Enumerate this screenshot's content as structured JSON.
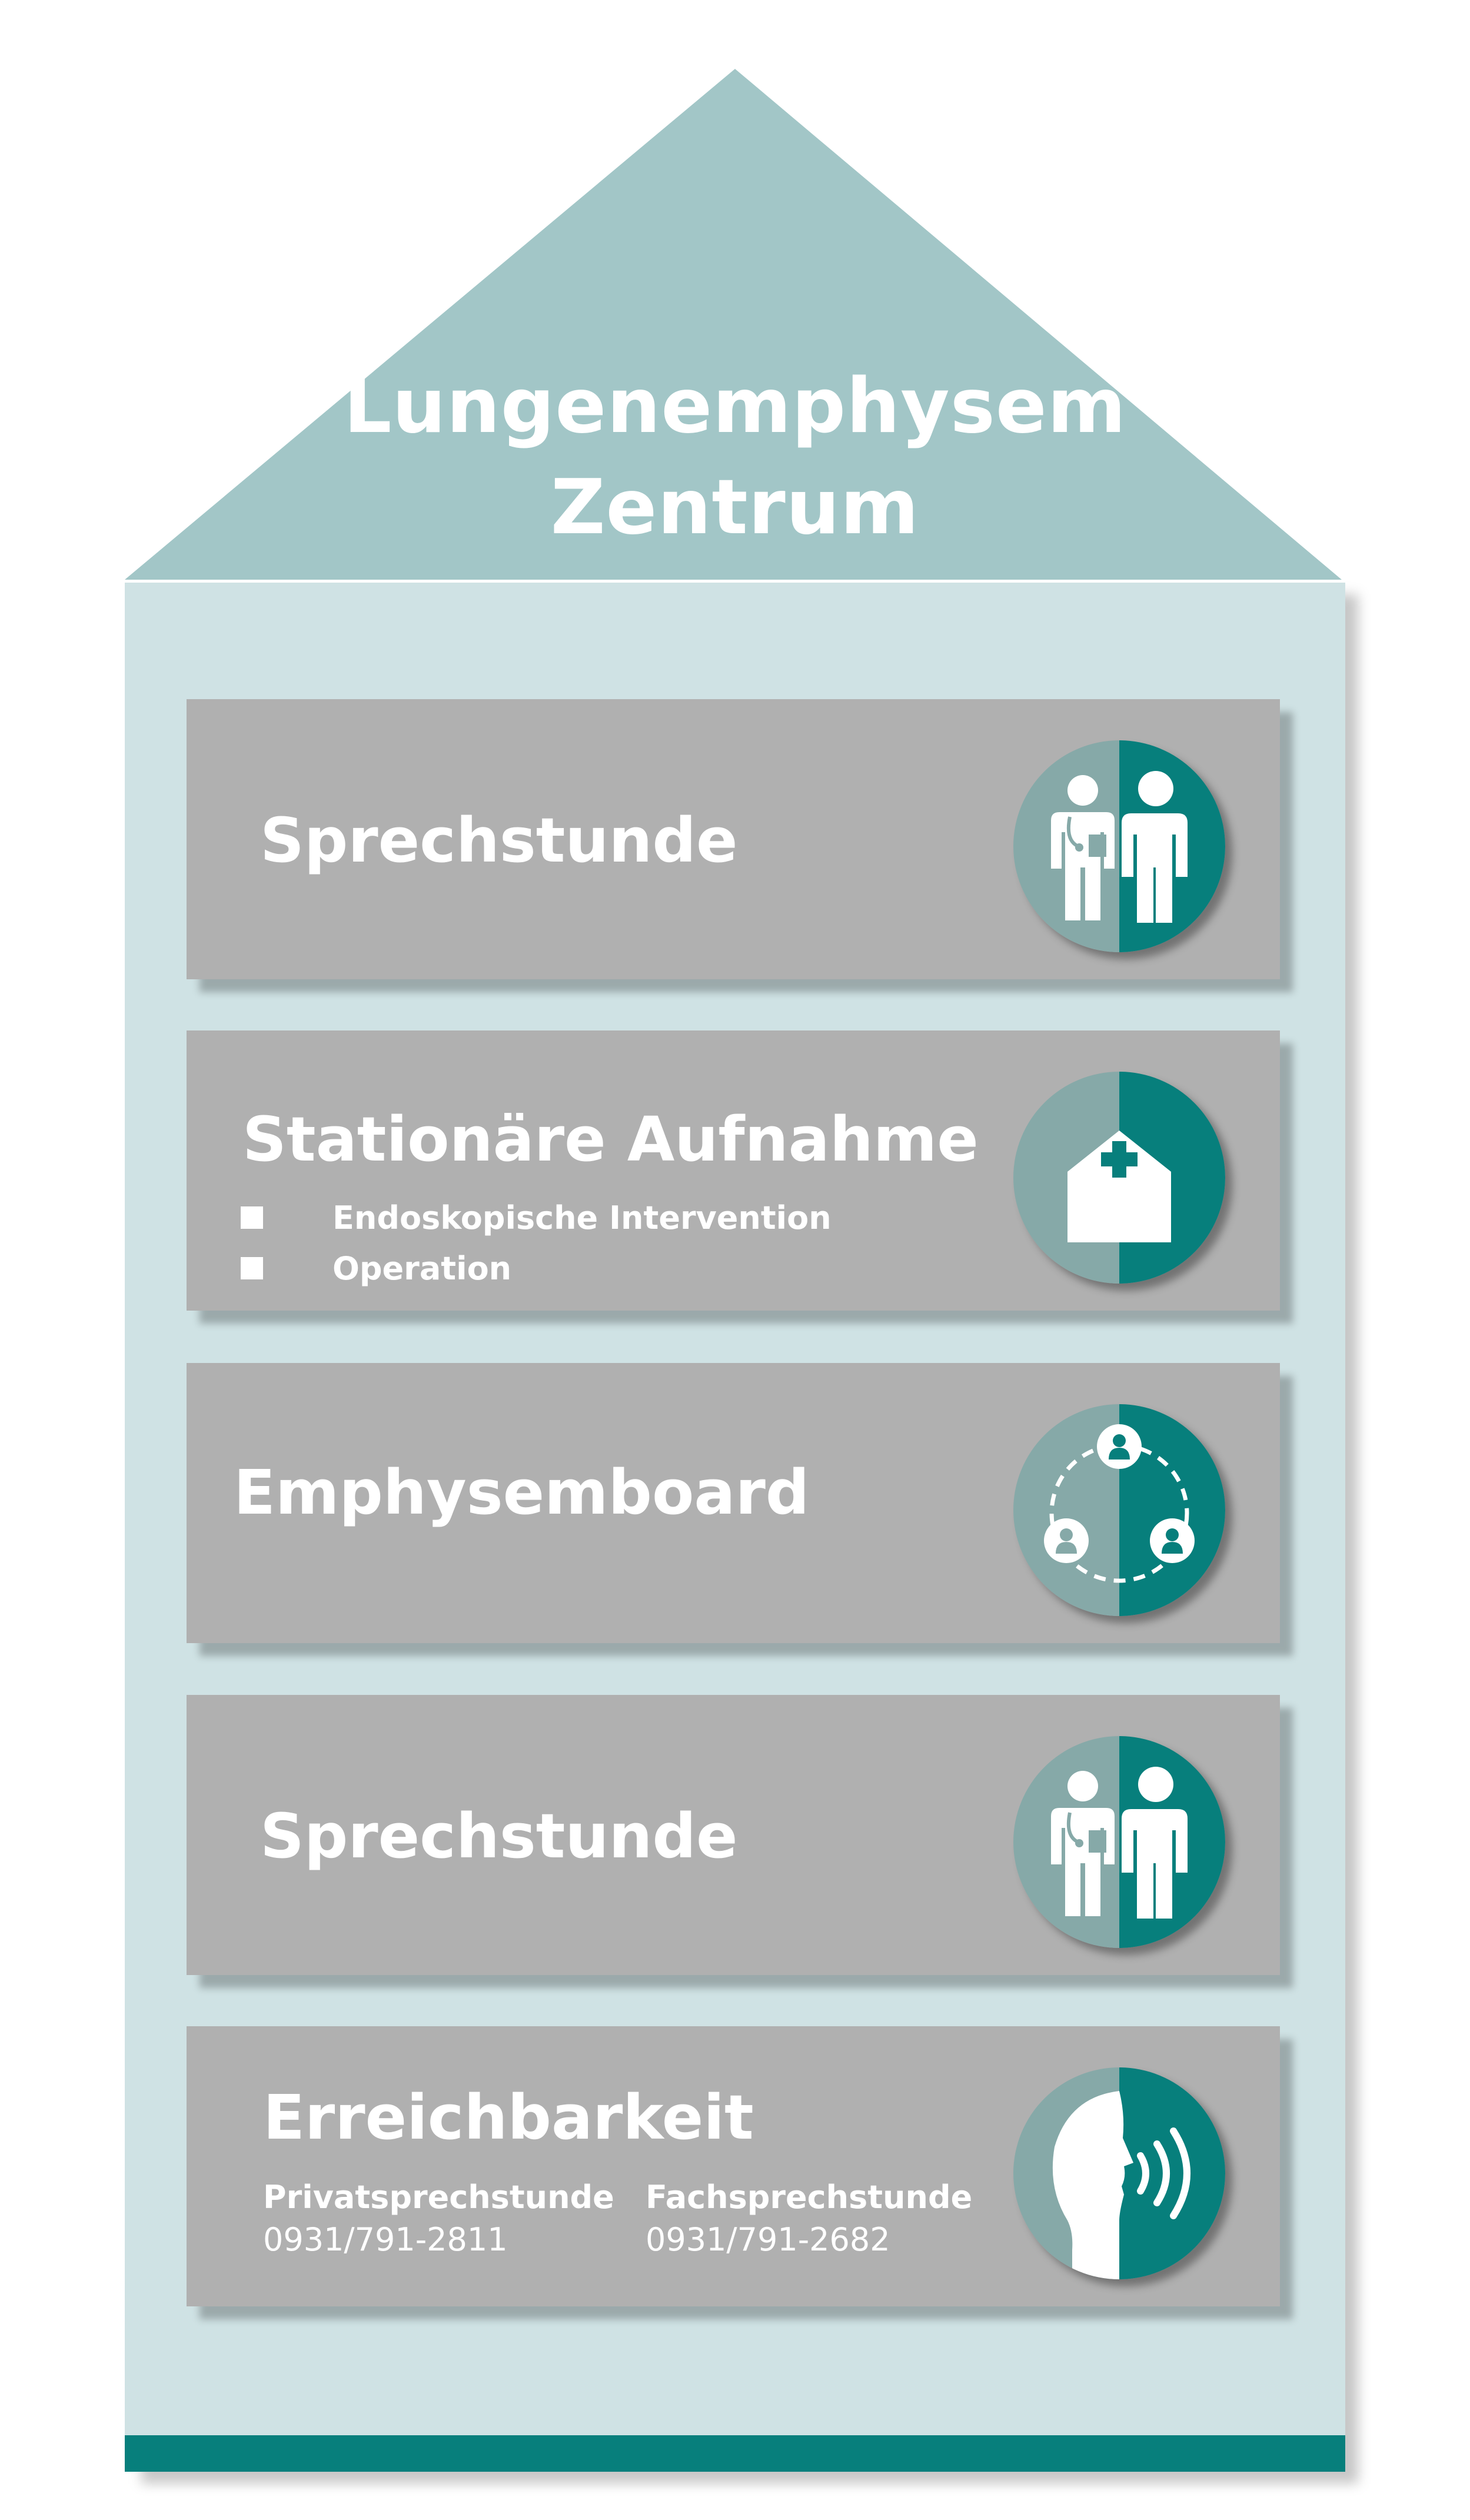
{
  "title": {
    "line1": "Lungenemphysem",
    "line2": "Zentrum"
  },
  "panels": [
    {
      "title": "Sprechstunde",
      "icon": "doctor-patient-icon"
    },
    {
      "title": "Stationäre Aufnahme",
      "icon": "hospital-icon",
      "bullets": [
        "Endoskopische Intervention",
        "Operation"
      ]
    },
    {
      "title": "Emphysemboard",
      "icon": "team-network-icon"
    },
    {
      "title": "Sprechstunde",
      "icon": "doctor-patient-icon"
    },
    {
      "title": "Erreichbarkeit",
      "icon": "speaking-head-icon",
      "contacts": [
        {
          "label": "Privatsprechstunde",
          "phone": "0931/791-2811"
        },
        {
          "label": "Fachsprechstunde",
          "phone": "0931/791-2682"
        }
      ]
    }
  ],
  "colors": {
    "roof": "#a2c6c7",
    "body": "#cfe2e4",
    "panel": "#b0b0b0",
    "teal": "#077f7c",
    "circle_left": "#86a9a8",
    "text": "#ffffff"
  }
}
